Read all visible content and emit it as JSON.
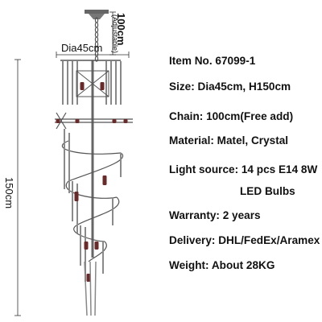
{
  "dimensions": {
    "chain_length": "100cm",
    "chain_note": "(Adjustable)",
    "diameter": "Dia45cm",
    "height": "150cm"
  },
  "specs": [
    {
      "key": "item_no",
      "text": "Item No. 67099-1"
    },
    {
      "key": "size",
      "text": "Size: Dia45cm, H150cm"
    },
    {
      "key": "chain",
      "text": "Chain: 100cm(Free add)"
    },
    {
      "key": "material",
      "text": "Material: Matel, Crystal"
    },
    {
      "key": "light_source",
      "text": "Light source: 14 pcs E14 8W"
    },
    {
      "key": "light_source_cont",
      "text": "LED Bulbs"
    },
    {
      "key": "warranty",
      "text": "Warranty: 2 years"
    },
    {
      "key": "delivery",
      "text": "Delivery: DHL/FedEx/Aramex"
    },
    {
      "key": "weight",
      "text": "Weight: About 28KG"
    }
  ],
  "colors": {
    "line": "#555555",
    "crystal": "#8a8a8a",
    "bulb": "#6b2a2a",
    "text": "#111111"
  }
}
